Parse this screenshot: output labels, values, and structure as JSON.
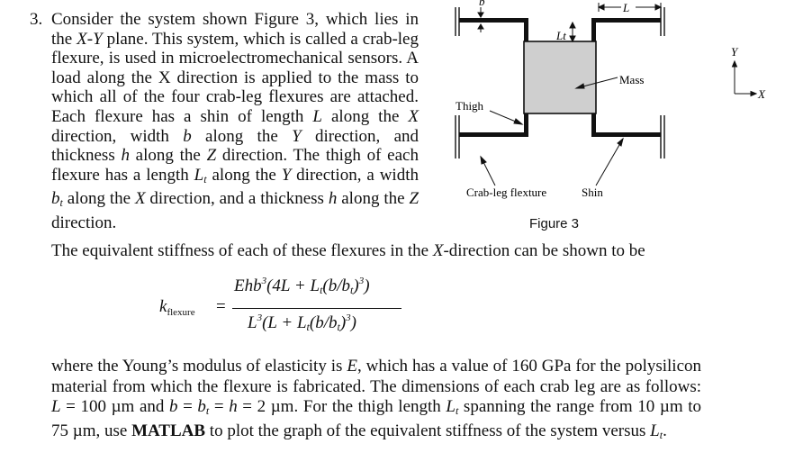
{
  "problem": {
    "number": "3.",
    "intro": "Consider the system shown Figure 3, which lies in the X-Y plane. This system, which is called a crab-leg flexure, is used in microelectromechanical sensors. A load along the X direction is applied to the mass to which all of the four crab-leg flexures are attached. Each flexure has a shin of length L along the X direction, width b along the Y direction, and thickness h along the Z direction. The thigh of each flexure has a length Lt along the Y direction, a width bt along the X direction, and a thickness h along the Z direction.",
    "stiffness_intro": "The equivalent stiffness of each of these flexures in the X-direction can be shown to be",
    "equation": {
      "lhs": "k",
      "lhs_sub": "flexure",
      "equals": "=",
      "numerator": "Ehb³(4L + Lt(b/bt)³)",
      "denominator": "L³(L + Lt(b/bt)³)"
    },
    "closing": "where the Young’s modulus of elasticity is E, which has a value of 160 GPa for the polysilicon material from which the flexure is fabricated. The dimensions of each crab leg are as follows: L = 100 µm and b = bt = h = 2 µm. For the thigh length Lt spanning the range from 10 µm to 75 µm, use MATLAB to plot the graph of the equivalent stiffness of the system versus Lt."
  },
  "figure": {
    "caption": "Figure 3",
    "labels": {
      "mass": "Mass",
      "thigh": "Thigh",
      "crab_leg": "Crab-leg flexture",
      "shin": "Shin",
      "L": "L",
      "Lt": "Lt",
      "b": "b",
      "axis_y": "Y",
      "axis_x": "X"
    }
  }
}
